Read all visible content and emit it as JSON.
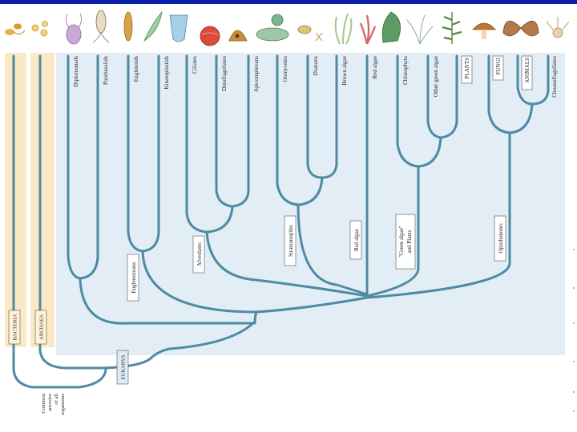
{
  "colors": {
    "eukarya_bg": "#e2edf6",
    "prokaryote_bg": "#fbe8c4",
    "branch": "#4d8aa3",
    "box_bg": "#ffffff",
    "banner": "#0a1ea8"
  },
  "organism_icons": [
    "bacteria-icon",
    "archaea-icon",
    "diplomonad-icon",
    "parabasalid-icon",
    "euglenoid-icon",
    "kinetoplastid-icon",
    "ciliate-icon",
    "dinoflagellate-icon",
    "apicomplexan-icon",
    "oomycete-icon",
    "diatom-icon",
    "brown-alga-icon",
    "red-alga-icon",
    "chlorophyte-icon",
    "green-alga-icon",
    "fern-icon",
    "mushroom-icon",
    "butterfly-icon",
    "choanoflagellate-icon"
  ],
  "taxa": [
    "Diplomonads",
    "Parabasalids",
    "Euglenoids",
    "Kinetoplastids",
    "Ciliates",
    "Dinoflagellates",
    "Apicomplexans",
    "Oomycetes",
    "Diatoms",
    "Brown algae",
    "Red algae",
    "Chlorophyta",
    "Other green algae",
    "PLANTS",
    "FUNGI",
    "ANIMALS",
    "Choanoflagellates"
  ],
  "domains": {
    "bacteria": "BACTERIA",
    "archaea": "ARCHAEA",
    "eukarya": "EUKARYA"
  },
  "clades": {
    "euglenozoans": "Euglenozoans",
    "alveolates": "Alveolates",
    "stramenopiles": "Stramenopiles",
    "red_algae": "Red algae",
    "green_algae_line1": "\"Green algae\"",
    "green_algae_line2": "and Plants",
    "opisthokonts": "Opisthokonts"
  },
  "root_label": [
    "Common",
    "ancestor",
    "of all",
    "organisms"
  ]
}
